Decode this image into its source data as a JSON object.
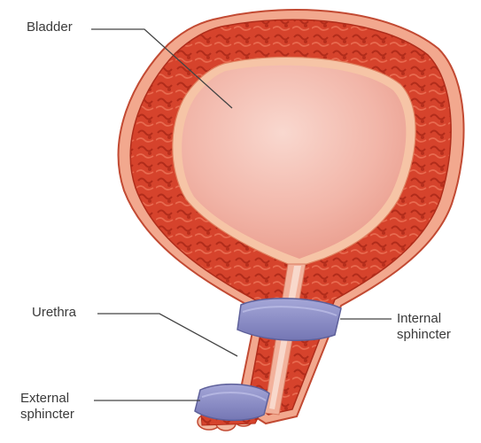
{
  "labels": {
    "bladder": "Bladder",
    "urethra": "Urethra",
    "internal_sphincter": [
      "Internal",
      "sphincter"
    ],
    "external_sphincter": [
      "External",
      "sphincter"
    ]
  },
  "colors": {
    "muscle": "#d8452e",
    "muscle_dark": "#b5301f",
    "outer_membrane": "#f0a58c",
    "lumen": "#f2b7aa",
    "lumen_highlight": "#f8d3c8",
    "mucosa_edge": "#f7c9a8",
    "sphincter": "#8d8fc6",
    "sphincter_dark": "#6f70a8",
    "leader_line": "#444444"
  }
}
